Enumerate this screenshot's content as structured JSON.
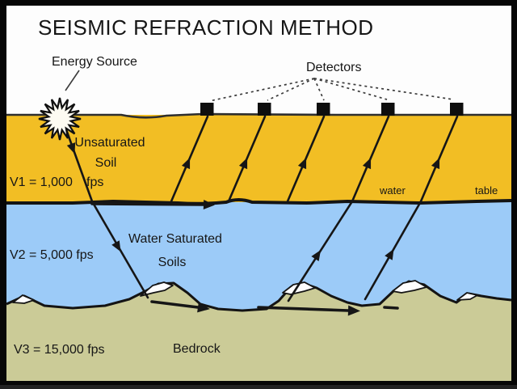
{
  "title": "SEISMIC REFRACTION METHOD",
  "labels": {
    "energy_source": "Energy Source",
    "detectors": "Detectors",
    "layer1_line1": "Unsaturated",
    "layer1_line2": "Soil",
    "v1_value": "V1 = 1,000",
    "v1_unit": "fps",
    "water": "water",
    "table": "table",
    "layer2_line1": "Water Saturated",
    "layer2_line2": "Soils",
    "v2": "V2 = 5,000 fps",
    "v3": "V3 = 15,000 fps",
    "layer3": "Bedrock"
  },
  "diagram": {
    "type": "geologic-cross-section",
    "method": "seismic refraction",
    "detector_count": 5,
    "layers": [
      {
        "name": "Unsaturated Soil",
        "velocity_fps": 1000,
        "velocity_label": "V1 = 1,000 fps"
      },
      {
        "name": "Water Saturated Soils",
        "velocity_fps": 5000,
        "velocity_label": "V2 = 5,000 fps"
      },
      {
        "name": "Bedrock",
        "velocity_fps": 15000,
        "velocity_label": "V3 = 15,000 fps"
      }
    ],
    "interfaces": [
      "ground surface",
      "water table",
      "bedrock surface"
    ]
  },
  "colors": {
    "soil": "#F2BE24",
    "water": "#9CCBF8",
    "bedrock": "#CBCB97",
    "ink": "#161616",
    "frame": "#070707",
    "paper": "#FDFDFD"
  }
}
